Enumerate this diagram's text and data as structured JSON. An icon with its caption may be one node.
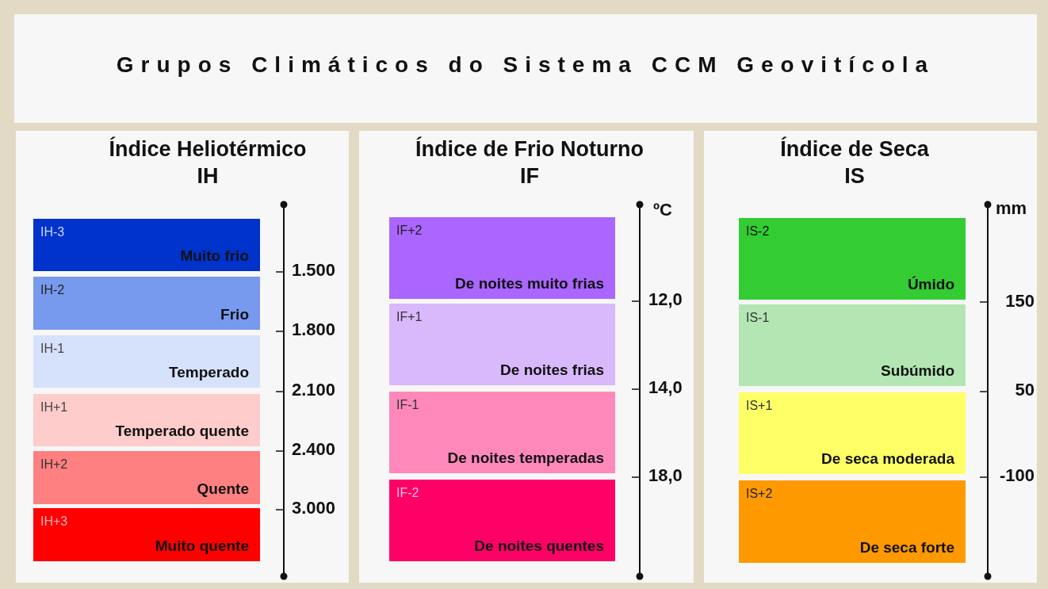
{
  "diagram": {
    "title": "Grupos Climáticos do Sistema CCM Geovitícola",
    "nodes": [
      {
        "text": [
          "Índice Heliotérmico",
          "IH"
        ]
      },
      {
        "text": [
          "IH-3",
          "Muito frio"
        ],
        "in": 0
      },
      {
        "text": [
          "IH-2",
          "Frio"
        ],
        "in": 0
      },
      {
        "text": [
          "IH-1",
          "Temperado"
        ],
        "in": 0
      },
      {
        "text": [
          "IH+1",
          "Temperado quente"
        ],
        "in": 0
      },
      {
        "text": [
          "IH+2",
          "Quente"
        ],
        "in": 0
      },
      {
        "text": [
          "IH+3",
          "Muito quente"
        ],
        "in": 0
      },
      {
        "text": [
          "Índice de Frio Noturno",
          "IF"
        ]
      },
      {
        "text": [
          "IF+2",
          "De noites muito frias"
        ],
        "in": 7
      },
      {
        "text": [
          "IF+1",
          "De noites frias"
        ],
        "in": 7
      },
      {
        "text": [
          "IF-1",
          "De noites temperadas"
        ],
        "in": 7
      },
      {
        "text": [
          "IF-2",
          "De noites quentes"
        ],
        "in": 7
      },
      {
        "text": [
          "Índice de Seca",
          "IS"
        ]
      },
      {
        "text": [
          "IS-2",
          "Úmido"
        ],
        "in": 12
      },
      {
        "text": [
          "IS-1",
          "Subúmido"
        ],
        "in": 12
      },
      {
        "text": [
          "IS+1",
          "De seca moderada"
        ],
        "in": 12
      },
      {
        "text": [
          "IS+2",
          "De seca forte"
        ],
        "in": 12
      }
    ],
    "labels": [
      "1.500",
      "1.800",
      "2.100",
      "2.400",
      "3.000",
      "ºC",
      "12,0",
      "14,0",
      "18,0",
      "mm",
      "150",
      "50",
      "-100"
    ]
  }
}
